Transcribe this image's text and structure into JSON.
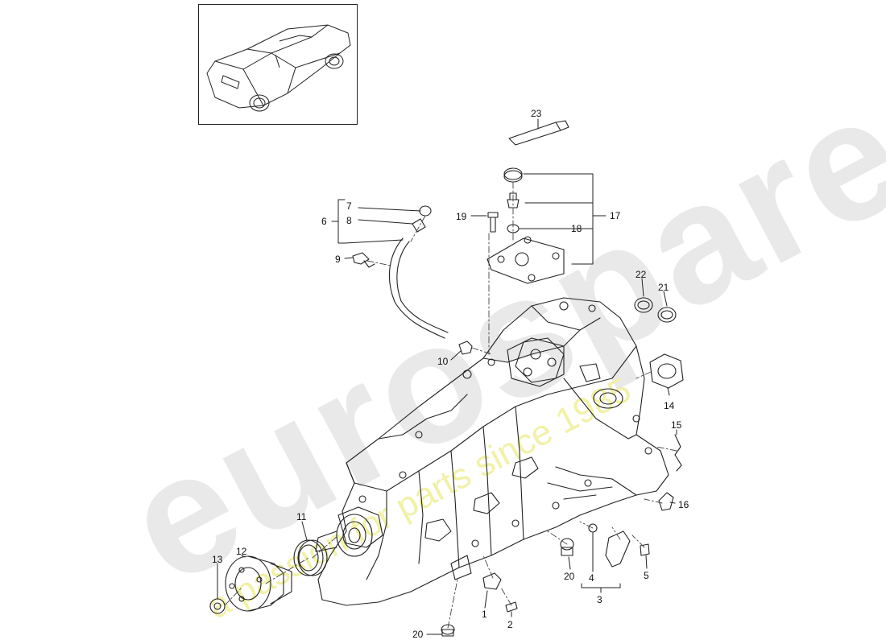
{
  "watermark": {
    "brand": "eurospares",
    "slogan": "a passion for parts since 1985"
  },
  "callouts": {
    "c1": "1",
    "c2": "2",
    "c3": "3",
    "c4": "4",
    "c5": "5",
    "c6": "6",
    "c7": "7",
    "c8": "8",
    "c9": "9",
    "c10": "10",
    "c11": "11",
    "c12": "12",
    "c13": "13",
    "c14": "14",
    "c15": "15",
    "c16": "16",
    "c17": "17",
    "c18": "18",
    "c19": "19",
    "c20a": "20",
    "c20b": "20",
    "c21": "21",
    "c22": "22",
    "c23": "23"
  },
  "colors": {
    "line": "#222222",
    "watermark_gray": "#e9e9e9",
    "watermark_yellow": "#f1f1a8"
  }
}
